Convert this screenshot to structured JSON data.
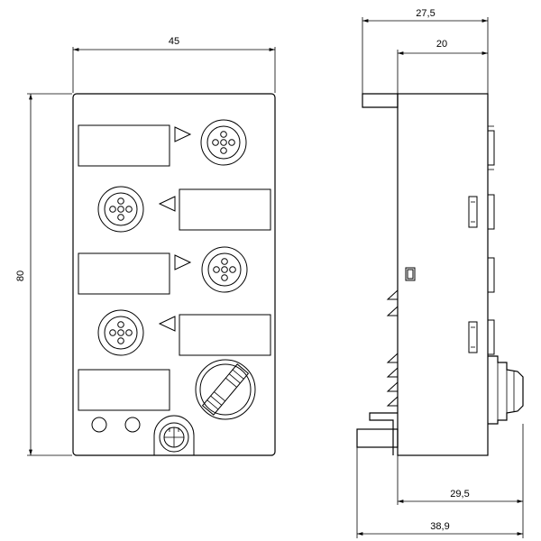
{
  "dimensions": {
    "front_width": "45",
    "front_height": "80",
    "side_top_outer": "27,5",
    "side_top_inner": "20",
    "side_bottom_inner": "29,5",
    "side_bottom_outer": "38,9"
  }
}
